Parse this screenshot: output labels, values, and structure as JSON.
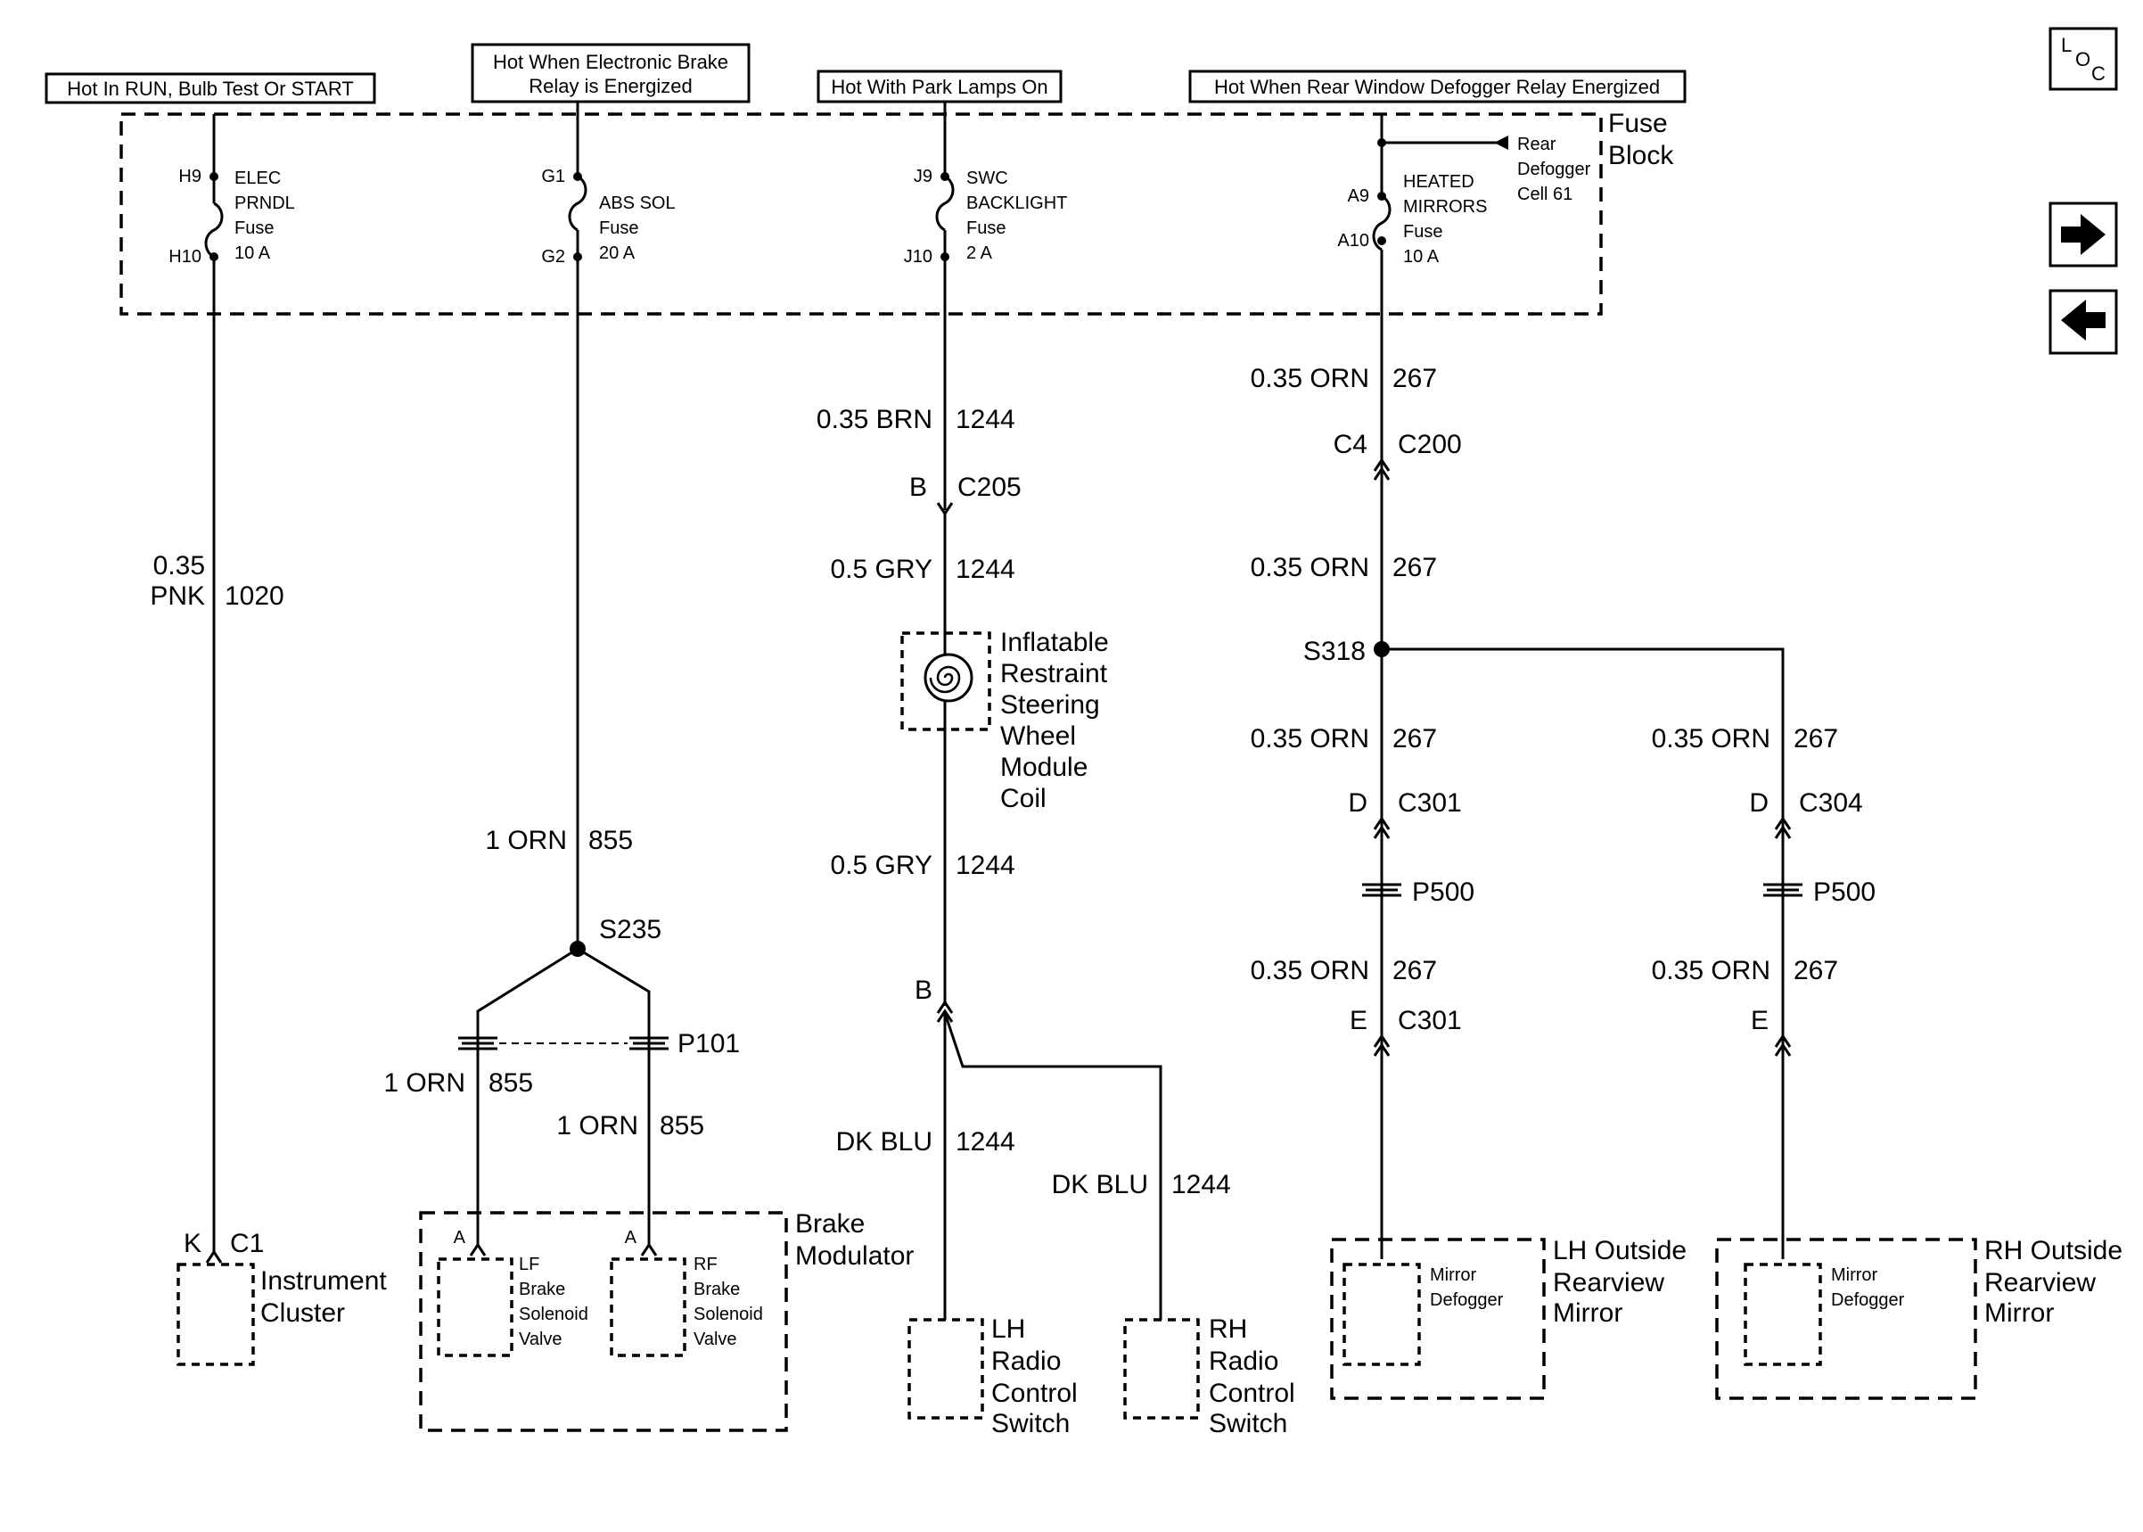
{
  "headers": {
    "h1": "Hot In RUN, Bulb Test Or START",
    "h2_l1": "Hot When Electronic Brake",
    "h2_l2": "Relay is Energized",
    "h3": "Hot With Park Lamps On",
    "h4": "Hot When Rear Window Defogger Relay Energized"
  },
  "nav": {
    "loc_l": "L",
    "loc_o": "O",
    "loc_c": "C"
  },
  "fuse_block": {
    "label_l1": "Fuse",
    "label_l2": "Block",
    "rear_l1": "Rear",
    "rear_l2": "Defogger",
    "rear_l3": "Cell 61",
    "f1": {
      "top": "H9",
      "bot": "H10",
      "l1": "ELEC",
      "l2": "PRNDL",
      "l3": "Fuse",
      "l4": "10 A"
    },
    "f2": {
      "top": "G1",
      "bot": "G2",
      "l1": "ABS SOL",
      "l2": "Fuse",
      "l3": "20 A"
    },
    "f3": {
      "top": "J9",
      "bot": "J10",
      "l1": "SWC",
      "l2": "BACKLIGHT",
      "l3": "Fuse",
      "l4": "2 A"
    },
    "f4": {
      "top": "A9",
      "bot": "A10",
      "l1": "HEATED",
      "l2": "MIRRORS",
      "l3": "Fuse",
      "l4": "10 A"
    }
  },
  "circuit1": {
    "wire_l1": "0.35",
    "wire_l2": "PNK",
    "num": "1020",
    "pin": "K",
    "conn": "C1",
    "comp_l1": "Instrument",
    "comp_l2": "Cluster"
  },
  "circuit2": {
    "wire": "1 ORN",
    "num": "855",
    "splice": "S235",
    "conn": "P101",
    "wire_b": "1 ORN",
    "num_b": "855",
    "wire_c": "1 ORN",
    "num_c": "855",
    "pin_a1": "A",
    "pin_a2": "A",
    "lf_l1": "LF",
    "lf_l2": "Brake",
    "lf_l3": "Solenoid",
    "lf_l4": "Valve",
    "rf_l1": "RF",
    "rf_l2": "Brake",
    "rf_l3": "Solenoid",
    "rf_l4": "Valve",
    "mod_l1": "Brake",
    "mod_l2": "Modulator"
  },
  "circuit3": {
    "wire_a": "0.35 BRN",
    "num_a": "1244",
    "pin_b1": "B",
    "conn_c205": "C205",
    "wire_b": "0.5 GRY",
    "num_b": "1244",
    "coil_l1": "Inflatable",
    "coil_l2": "Restraint",
    "coil_l3": "Steering",
    "coil_l4": "Wheel",
    "coil_l5": "Module",
    "coil_l6": "Coil",
    "wire_c": "0.5 GRY",
    "num_c": "1244",
    "pin_b2": "B",
    "wire_d": "DK BLU",
    "num_d": "1244",
    "wire_e": "DK BLU",
    "num_e": "1244",
    "lh_l1": "LH",
    "lh_l2": "Radio",
    "lh_l3": "Control",
    "lh_l4": "Switch",
    "rh_l1": "RH",
    "rh_l2": "Radio",
    "rh_l3": "Control",
    "rh_l4": "Switch"
  },
  "circuit4": {
    "wire_a": "0.35 ORN",
    "num_a": "267",
    "pin_c4": "C4",
    "conn_c200": "C200",
    "wire_b": "0.35 ORN",
    "num_b": "267",
    "splice": "S318",
    "wire_c": "0.35 ORN",
    "num_c": "267",
    "pin_d": "D",
    "conn_c301": "C301",
    "p500": "P500",
    "wire_d": "0.35 ORN",
    "num_d": "267",
    "pin_e": "E",
    "conn_c301b": "C301",
    "lh_comp_l1": "Mirror",
    "lh_comp_l2": "Defogger",
    "lh_mir_l1": "LH Outside",
    "lh_mir_l2": "Rearview",
    "lh_mir_l3": "Mirror",
    "wire_r1": "0.35 ORN",
    "num_r1": "267",
    "pin_d_r": "D",
    "conn_c304": "C304",
    "p500_r": "P500",
    "wire_r2": "0.35 ORN",
    "num_r2": "267",
    "pin_e_r": "E",
    "rh_comp_l1": "Mirror",
    "rh_comp_l2": "Defogger",
    "rh_mir_l1": "RH Outside",
    "rh_mir_l2": "Rearview",
    "rh_mir_l3": "Mirror"
  }
}
